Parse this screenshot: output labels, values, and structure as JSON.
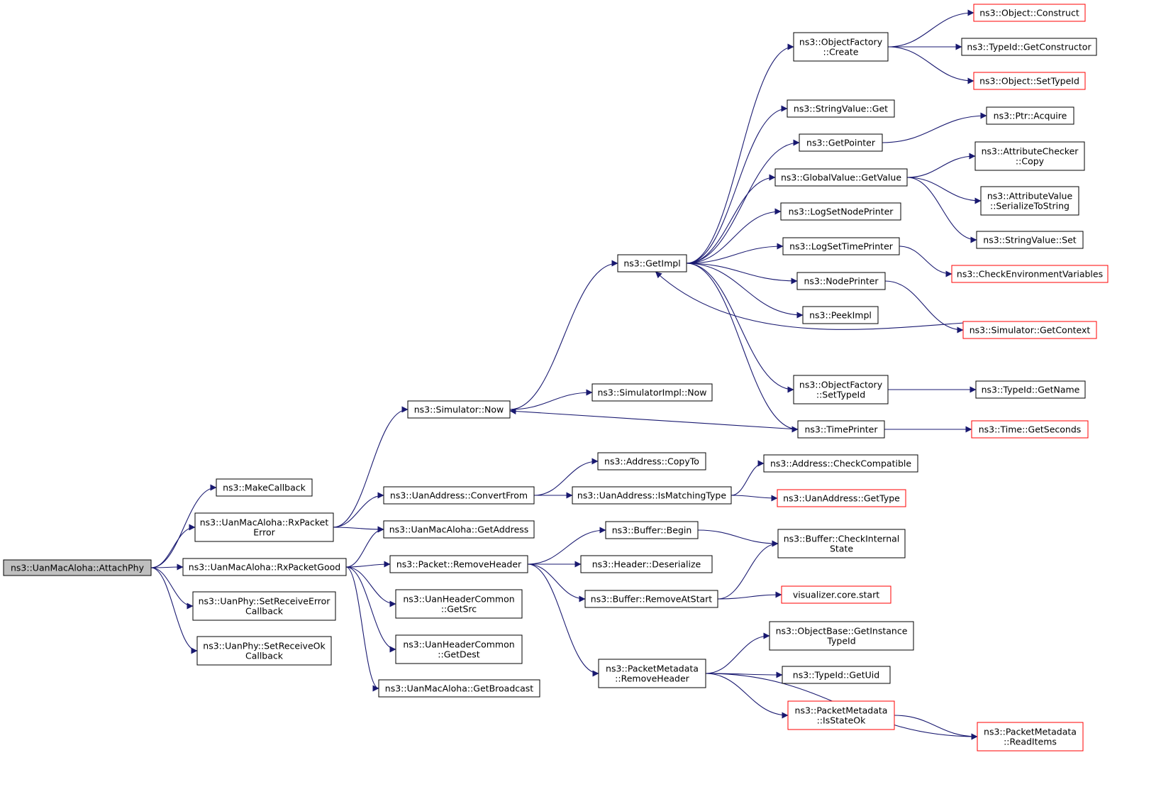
{
  "diagram": {
    "type": "call-graph",
    "colors": {
      "edge": "#191970",
      "root_fill": "#bfbfbf",
      "truncated_border": "#ff0000",
      "node_border": "#000000"
    },
    "nodes": [
      {
        "id": "attachphy",
        "lines": [
          "ns3::UanMacAloha::AttachPhy"
        ],
        "style": "root"
      },
      {
        "id": "makecallback",
        "lines": [
          "ns3::MakeCallback"
        ],
        "style": "normal"
      },
      {
        "id": "rxpacketerror",
        "lines": [
          "ns3::UanMacAloha::RxPacket",
          "Error"
        ],
        "style": "normal"
      },
      {
        "id": "rxpacketgood",
        "lines": [
          "ns3::UanMacAloha::RxPacketGood"
        ],
        "style": "normal"
      },
      {
        "id": "setreceiveerror",
        "lines": [
          "ns3::UanPhy::SetReceiveError",
          "Callback"
        ],
        "style": "normal"
      },
      {
        "id": "setreceiveok",
        "lines": [
          "ns3::UanPhy::SetReceiveOk",
          "Callback"
        ],
        "style": "normal"
      },
      {
        "id": "simulatornow",
        "lines": [
          "ns3::Simulator::Now"
        ],
        "style": "normal"
      },
      {
        "id": "convertfrom",
        "lines": [
          "ns3::UanAddress::ConvertFrom"
        ],
        "style": "normal"
      },
      {
        "id": "getaddress",
        "lines": [
          "ns3::UanMacAloha::GetAddress"
        ],
        "style": "normal"
      },
      {
        "id": "removeheader",
        "lines": [
          "ns3::Packet::RemoveHeader"
        ],
        "style": "normal"
      },
      {
        "id": "getsrc",
        "lines": [
          "ns3::UanHeaderCommon",
          "::GetSrc"
        ],
        "style": "normal"
      },
      {
        "id": "getdest",
        "lines": [
          "ns3::UanHeaderCommon",
          "::GetDest"
        ],
        "style": "normal"
      },
      {
        "id": "getbroadcast",
        "lines": [
          "ns3::UanMacAloha::GetBroadcast"
        ],
        "style": "normal"
      },
      {
        "id": "getimpl",
        "lines": [
          "ns3::GetImpl"
        ],
        "style": "normal"
      },
      {
        "id": "simimplnow",
        "lines": [
          "ns3::SimulatorImpl::Now"
        ],
        "style": "normal"
      },
      {
        "id": "copyto",
        "lines": [
          "ns3::Address::CopyTo"
        ],
        "style": "normal"
      },
      {
        "id": "ismatchingtype",
        "lines": [
          "ns3::UanAddress::IsMatchingType"
        ],
        "style": "normal"
      },
      {
        "id": "bufferbegin",
        "lines": [
          "ns3::Buffer::Begin"
        ],
        "style": "normal"
      },
      {
        "id": "deserialize",
        "lines": [
          "ns3::Header::Deserialize"
        ],
        "style": "normal"
      },
      {
        "id": "removeatstart",
        "lines": [
          "ns3::Buffer::RemoveAtStart"
        ],
        "style": "normal"
      },
      {
        "id": "pmremoveheader",
        "lines": [
          "ns3::PacketMetadata",
          "::RemoveHeader"
        ],
        "style": "normal"
      },
      {
        "id": "ofcreate",
        "lines": [
          "ns3::ObjectFactory",
          "::Create"
        ],
        "style": "normal"
      },
      {
        "id": "stringvalueget",
        "lines": [
          "ns3::StringValue::Get"
        ],
        "style": "normal"
      },
      {
        "id": "getpointer",
        "lines": [
          "ns3::GetPointer"
        ],
        "style": "normal"
      },
      {
        "id": "gvgetvalue",
        "lines": [
          "ns3::GlobalValue::GetValue"
        ],
        "style": "normal"
      },
      {
        "id": "logsetnodeprinter",
        "lines": [
          "ns3::LogSetNodePrinter"
        ],
        "style": "normal"
      },
      {
        "id": "logsettimeprinter",
        "lines": [
          "ns3::LogSetTimePrinter"
        ],
        "style": "normal"
      },
      {
        "id": "nodeprinter",
        "lines": [
          "ns3::NodePrinter"
        ],
        "style": "normal"
      },
      {
        "id": "peekimpl",
        "lines": [
          "ns3::PeekImpl"
        ],
        "style": "normal"
      },
      {
        "id": "ofsettypeid",
        "lines": [
          "ns3::ObjectFactory",
          "::SetTypeId"
        ],
        "style": "normal"
      },
      {
        "id": "timeprinter",
        "lines": [
          "ns3::TimePrinter"
        ],
        "style": "normal"
      },
      {
        "id": "checkcompatible",
        "lines": [
          "ns3::Address::CheckCompatible"
        ],
        "style": "normal"
      },
      {
        "id": "uanaddrgettype",
        "lines": [
          "ns3::UanAddress::GetType"
        ],
        "style": "truncated"
      },
      {
        "id": "checkinternalstate",
        "lines": [
          "ns3::Buffer::CheckInternal",
          "State"
        ],
        "style": "normal"
      },
      {
        "id": "vizstart",
        "lines": [
          "visualizer.core.start"
        ],
        "style": "truncated"
      },
      {
        "id": "getinstancetypeid",
        "lines": [
          "ns3::ObjectBase::GetInstance",
          "TypeId"
        ],
        "style": "normal"
      },
      {
        "id": "getuid",
        "lines": [
          "ns3::TypeId::GetUid"
        ],
        "style": "normal"
      },
      {
        "id": "isstateok",
        "lines": [
          "ns3::PacketMetadata",
          "::IsStateOk"
        ],
        "style": "truncated"
      },
      {
        "id": "objconstruct",
        "lines": [
          "ns3::Object::Construct"
        ],
        "style": "truncated"
      },
      {
        "id": "getconstructor",
        "lines": [
          "ns3::TypeId::GetConstructor"
        ],
        "style": "normal"
      },
      {
        "id": "objsettypeid",
        "lines": [
          "ns3::Object::SetTypeId"
        ],
        "style": "truncated"
      },
      {
        "id": "ptracquire",
        "lines": [
          "ns3::Ptr::Acquire"
        ],
        "style": "normal"
      },
      {
        "id": "accopy",
        "lines": [
          "ns3::AttributeChecker",
          "::Copy"
        ],
        "style": "normal"
      },
      {
        "id": "avserialize",
        "lines": [
          "ns3::AttributeValue",
          "::SerializeToString"
        ],
        "style": "normal"
      },
      {
        "id": "stringvalueset",
        "lines": [
          "ns3::StringValue::Set"
        ],
        "style": "normal"
      },
      {
        "id": "checkenv",
        "lines": [
          "ns3::CheckEnvironmentVariables"
        ],
        "style": "truncated"
      },
      {
        "id": "getcontext",
        "lines": [
          "ns3::Simulator::GetContext"
        ],
        "style": "truncated"
      },
      {
        "id": "getname",
        "lines": [
          "ns3::TypeId::GetName"
        ],
        "style": "normal"
      },
      {
        "id": "getseconds",
        "lines": [
          "ns3::Time::GetSeconds"
        ],
        "style": "truncated"
      },
      {
        "id": "readitems",
        "lines": [
          "ns3::PacketMetadata",
          "::ReadItems"
        ],
        "style": "truncated"
      }
    ],
    "edges": [
      [
        "attachphy",
        "makecallback"
      ],
      [
        "attachphy",
        "rxpacketerror"
      ],
      [
        "attachphy",
        "rxpacketgood"
      ],
      [
        "attachphy",
        "setreceiveerror"
      ],
      [
        "attachphy",
        "setreceiveok"
      ],
      [
        "rxpacketerror",
        "simulatornow"
      ],
      [
        "rxpacketerror",
        "convertfrom"
      ],
      [
        "rxpacketerror",
        "getaddress"
      ],
      [
        "rxpacketgood",
        "getaddress"
      ],
      [
        "rxpacketgood",
        "removeheader"
      ],
      [
        "rxpacketgood",
        "getsrc"
      ],
      [
        "rxpacketgood",
        "getdest"
      ],
      [
        "rxpacketgood",
        "getbroadcast"
      ],
      [
        "simulatornow",
        "getimpl"
      ],
      [
        "simulatornow",
        "simimplnow"
      ],
      [
        "convertfrom",
        "copyto"
      ],
      [
        "convertfrom",
        "ismatchingtype"
      ],
      [
        "removeheader",
        "bufferbegin"
      ],
      [
        "removeheader",
        "deserialize"
      ],
      [
        "removeheader",
        "removeatstart"
      ],
      [
        "removeheader",
        "pmremoveheader"
      ],
      [
        "getimpl",
        "ofcreate"
      ],
      [
        "getimpl",
        "stringvalueget"
      ],
      [
        "getimpl",
        "getpointer"
      ],
      [
        "getimpl",
        "gvgetvalue"
      ],
      [
        "getimpl",
        "logsetnodeprinter"
      ],
      [
        "getimpl",
        "logsettimeprinter"
      ],
      [
        "getimpl",
        "nodeprinter"
      ],
      [
        "getimpl",
        "peekimpl"
      ],
      [
        "getimpl",
        "ofsettypeid"
      ],
      [
        "getimpl",
        "timeprinter"
      ],
      [
        "ismatchingtype",
        "checkcompatible"
      ],
      [
        "ismatchingtype",
        "uanaddrgettype"
      ],
      [
        "bufferbegin",
        "checkinternalstate"
      ],
      [
        "removeatstart",
        "checkinternalstate"
      ],
      [
        "removeatstart",
        "vizstart"
      ],
      [
        "pmremoveheader",
        "getinstancetypeid"
      ],
      [
        "pmremoveheader",
        "getuid"
      ],
      [
        "pmremoveheader",
        "isstateok"
      ],
      [
        "pmremoveheader",
        "readitems"
      ],
      [
        "ofcreate",
        "objconstruct"
      ],
      [
        "ofcreate",
        "getconstructor"
      ],
      [
        "ofcreate",
        "objsettypeid"
      ],
      [
        "getpointer",
        "ptracquire"
      ],
      [
        "gvgetvalue",
        "accopy"
      ],
      [
        "gvgetvalue",
        "avserialize"
      ],
      [
        "gvgetvalue",
        "stringvalueset"
      ],
      [
        "logsettimeprinter",
        "checkenv"
      ],
      [
        "nodeprinter",
        "getcontext"
      ],
      [
        "getcontext",
        "getimpl"
      ],
      [
        "ofsettypeid",
        "getname"
      ],
      [
        "timeprinter",
        "simulatornow"
      ],
      [
        "timeprinter",
        "getseconds"
      ],
      [
        "isstateok",
        "readitems"
      ]
    ]
  }
}
